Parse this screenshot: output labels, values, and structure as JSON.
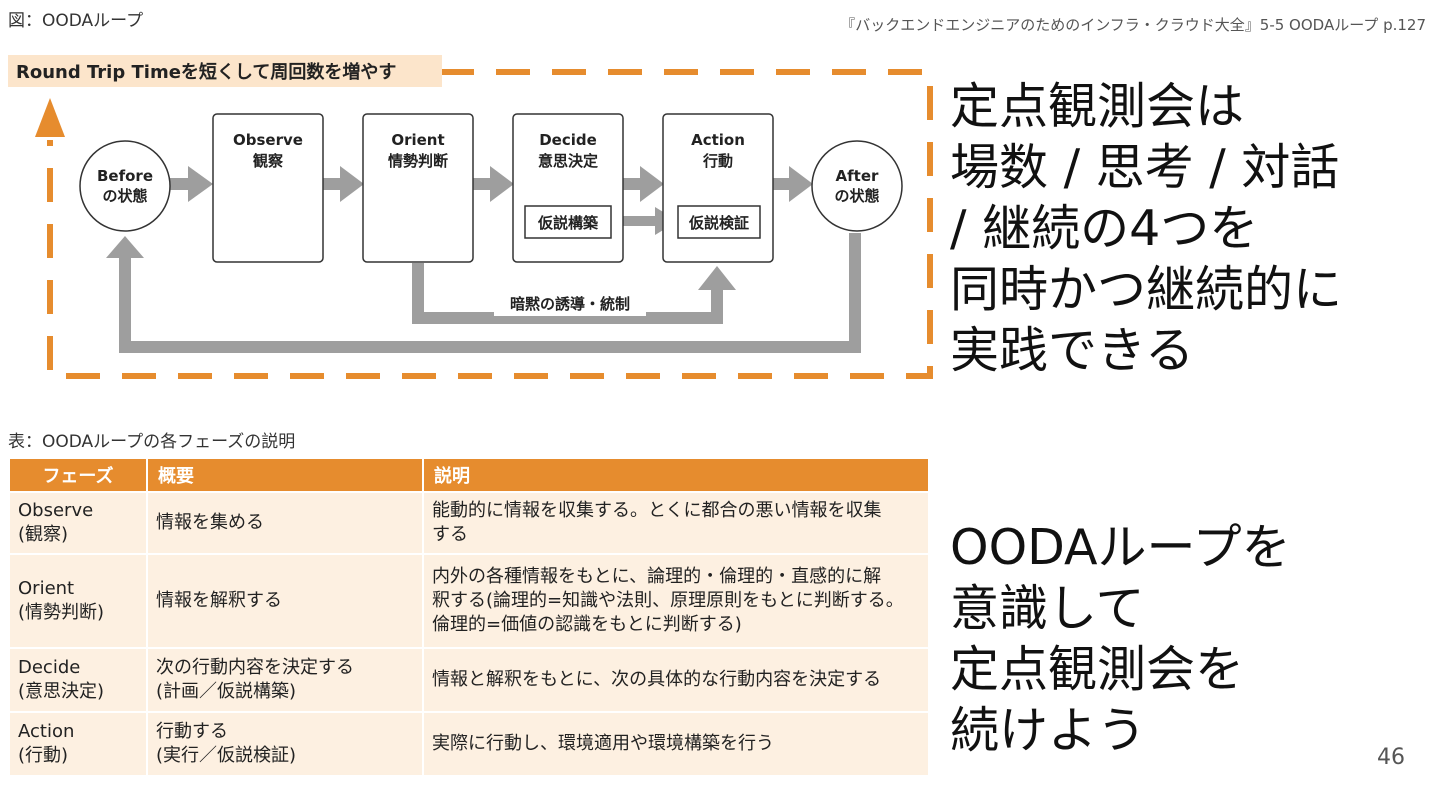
{
  "figure": {
    "caption": "図：OODAループ",
    "source": "『バックエンドエンジニアのためのインフラ・クラウド大全』5-5 OODAループ p.127",
    "loop_label": "Round Trip Timeを短くして周回数を増やす",
    "before": {
      "line1": "Before",
      "line2": "の状態"
    },
    "after": {
      "line1": "After",
      "line2": "の状態"
    },
    "steps": [
      {
        "en": "Observe",
        "ja": "観察"
      },
      {
        "en": "Orient",
        "ja": "情勢判断"
      },
      {
        "en": "Decide",
        "ja": "意思決定"
      },
      {
        "en": "Action",
        "ja": "行動"
      }
    ],
    "hypothesis_build": "仮説構築",
    "hypothesis_verify": "仮説検証",
    "implicit_control": "暗黙の誘導・統制",
    "colors": {
      "accent": "#e68c2e",
      "arrow": "#9e9e9e",
      "table_bg": "#fdf0e1"
    }
  },
  "table": {
    "caption": "表：OODAループの各フェーズの説明",
    "headers": [
      "フェーズ",
      "概要",
      "説明"
    ],
    "rows": [
      {
        "phase": [
          "Observe",
          "(観察)"
        ],
        "summary": [
          "情報を集める"
        ],
        "desc": [
          "能動的に情報を収集する。とくに都合の悪い情報を収集",
          "する"
        ]
      },
      {
        "phase": [
          "Orient",
          "(情勢判断)"
        ],
        "summary": [
          "情報を解釈する"
        ],
        "desc": [
          "内外の各種情報をもとに、論理的・倫理的・直感的に解",
          "釈する(論理的=知識や法則、原理原則をもとに判断する。",
          "倫理的=価値の認識をもとに判断する)"
        ]
      },
      {
        "phase": [
          "Decide",
          "(意思決定)"
        ],
        "summary": [
          "次の行動内容を決定する",
          "(計画／仮説構築)"
        ],
        "desc": [
          "情報と解釈をもとに、次の具体的な行動内容を決定する"
        ]
      },
      {
        "phase": [
          "Action",
          "(行動)"
        ],
        "summary": [
          "行動する",
          "(実行／仮説検証)"
        ],
        "desc": [
          "実際に行動し、環境適用や環境構築を行う"
        ]
      }
    ]
  },
  "message1": [
    "定点観測会は",
    "場数 / 思考 / 対話",
    "/ 継続の4つを",
    "同時かつ継続的に",
    "実践できる"
  ],
  "message2": [
    "OODAループを",
    "意識して",
    "定点観測会を",
    "続けよう"
  ],
  "page_number": "46"
}
